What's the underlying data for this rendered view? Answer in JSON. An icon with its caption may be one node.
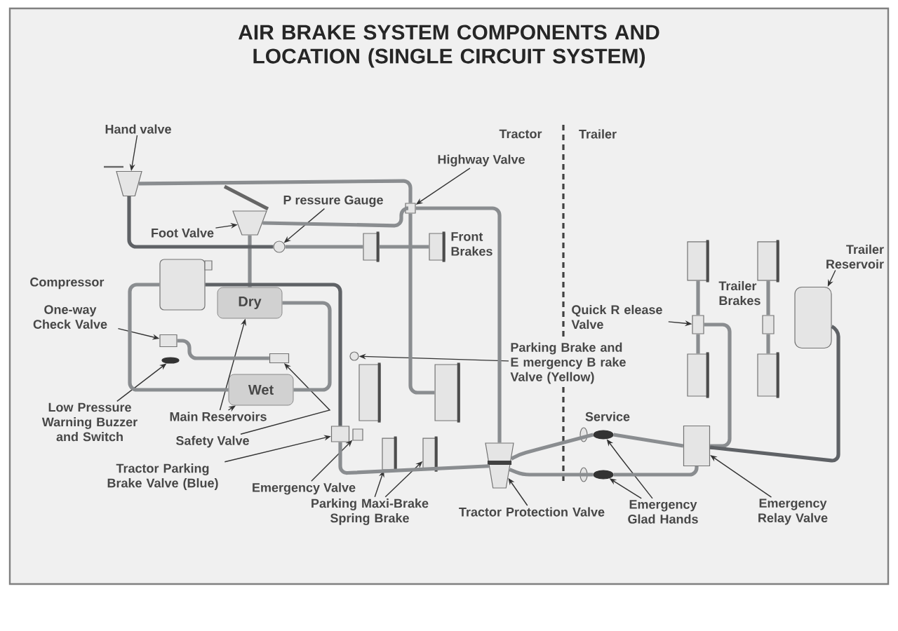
{
  "diagram": {
    "title": "AIR BRAKE SYSTEM COMPONENTS AND LOCATION (SINGLE CIRCUIT SYSTEM)",
    "nodes": [
      {
        "text": [
          "Hand valve"
        ]
      },
      {
        "text": [
          "Foot Valve"
        ]
      },
      {
        "text": [
          "P ressure Gauge"
        ]
      },
      {
        "text": [
          "Highway Valve"
        ]
      },
      {
        "text": [
          "One-way Check Valve"
        ]
      },
      {
        "text": [
          "Dry"
        ]
      },
      {
        "text": [
          "Wet"
        ]
      },
      {
        "text": [
          "Low Pressure Warning Buzzer and Switch"
        ]
      },
      {
        "text": [
          "Main Reservoirs"
        ]
      },
      {
        "text": [
          "Safety Valve"
        ]
      },
      {
        "text": [
          "Parking Brake and E mergency B rake Valve (Yellow)"
        ]
      },
      {
        "text": [
          "Quick R elease Valve"
        ]
      },
      {
        "text": [
          "Trailer Reservoir"
        ]
      },
      {
        "text": [
          "Tractor Parking Brake Valve (Blue)"
        ]
      },
      {
        "text": [
          "Emergency Valve"
        ]
      },
      {
        "text": [
          "Parking Maxi-Brake Spring Brake"
        ]
      },
      {
        "text": [
          "Tractor Protection Valve"
        ]
      },
      {
        "text": [
          "Emergency Glad Hands"
        ]
      },
      {
        "text": [
          "Emergency Relay Valve"
        ]
      },
      {
        "text": [],
        "shape": "box"
      },
      {
        "text": [],
        "shape": "trapezium"
      },
      {
        "text": [],
        "shape": "trapezium"
      },
      {
        "text": [],
        "shape": "circle"
      },
      {
        "text": [],
        "shape": "box"
      },
      {
        "text": [],
        "shape": "box"
      },
      {
        "text": [],
        "shape": "ellipse"
      },
      {
        "text": [],
        "shape": "box"
      },
      {
        "text": [],
        "shape": "circle"
      },
      {
        "text": [],
        "shape": "box"
      },
      {
        "text": [],
        "shape": "box"
      },
      {
        "text": [],
        "shape": "box"
      },
      {
        "text": [],
        "shape": "box"
      },
      {
        "text": [],
        "shape": "box"
      },
      {
        "text": [],
        "shape": "box"
      },
      {
        "text": [],
        "shape": "box"
      },
      {
        "text": [],
        "shape": "box"
      },
      {
        "text": [],
        "shape": "box"
      },
      {
        "text": [],
        "shape": "box"
      },
      {
        "text": [],
        "shape": "box"
      },
      {
        "text": [],
        "shape": "box"
      },
      {
        "text": [],
        "shape": "trapezium"
      },
      {
        "text": [],
        "shape": "ellipse"
      },
      {
        "text": [],
        "shape": "ellipse"
      },
      {
        "text": [],
        "shape": "box"
      },
      {
        "text": [],
        "shape": "box"
      },
      {
        "text": [],
        "shape": "box"
      },
      {
        "text": [],
        "shape": "box"
      }
    ],
    "edges": [
      {
        "from": 0,
        "to": 21,
        "arrow": "to"
      },
      {
        "from": 1,
        "to": 20,
        "arrow": "to"
      },
      {
        "from": 2,
        "to": 22,
        "arrow": "to"
      },
      {
        "from": 3,
        "to": 23,
        "arrow": "to"
      },
      {
        "from": 4,
        "to": 24,
        "arrow": "to"
      },
      {
        "from": 7,
        "to": 25,
        "arrow": "to"
      },
      {
        "from": 8,
        "to": 5,
        "arrow": "to"
      },
      {
        "from": 8,
        "to": 6,
        "arrow": "to"
      },
      {
        "from": 9,
        "to": 26,
        "arrow": "to"
      },
      {
        "from": 10,
        "to": 27,
        "arrow": "to"
      },
      {
        "from": 11,
        "to": 44,
        "arrow": "to"
      },
      {
        "from": 12,
        "to": 46,
        "arrow": "to"
      },
      {
        "from": 13,
        "to": 28,
        "arrow": "to"
      },
      {
        "from": 14,
        "to": 29,
        "arrow": "to"
      },
      {
        "from": 15,
        "to": 34,
        "arrow": "to"
      },
      {
        "from": 15,
        "to": 35,
        "arrow": "to"
      },
      {
        "from": 16,
        "to": 40,
        "arrow": "to"
      },
      {
        "from": 17,
        "to": 42,
        "arrow": "to"
      },
      {
        "from": 17,
        "to": 41,
        "arrow": "to"
      },
      {
        "from": 18,
        "to": 43,
        "arrow": "to"
      },
      {
        "from": 19,
        "to": 6,
        "arrow": "none",
        "color": "#8a8d90"
      },
      {
        "from": 5,
        "to": 6,
        "arrow": "none",
        "color": "#8a8d90"
      },
      {
        "from": 20,
        "to": 5,
        "arrow": "none",
        "color": "#8a8d90"
      },
      {
        "from": 21,
        "to": 23,
        "arrow": "none",
        "color": "#8a8d90"
      },
      {
        "from": 23,
        "to": 33,
        "arrow": "none",
        "color": "#8a8d90"
      },
      {
        "from": 21,
        "to": 22,
        "arrow": "none",
        "color": "#5f6266"
      },
      {
        "from": 22,
        "to": 30,
        "arrow": "none",
        "color": "#8a8d90"
      },
      {
        "from": 30,
        "to": 31,
        "arrow": "none",
        "color": "#8a8d90"
      },
      {
        "from": 20,
        "to": 23,
        "arrow": "none",
        "color": "#8a8d90"
      },
      {
        "from": 23,
        "to": 40,
        "arrow": "none",
        "color": "#8a8d90"
      },
      {
        "from": 19,
        "to": 28,
        "arrow": "none",
        "color": "#5f6266"
      },
      {
        "from": 24,
        "to": 26,
        "arrow": "none",
        "color": "#8a8d90"
      },
      {
        "from": 28,
        "to": 40,
        "arrow": "none",
        "color": "#8a8d90"
      },
      {
        "from": 40,
        "to": 42,
        "arrow": "none",
        "color": "#8a8d90"
      },
      {
        "from": 42,
        "to": 43,
        "arrow": "none",
        "color": "#8a8d90"
      },
      {
        "from": 40,
        "to": 41,
        "arrow": "none",
        "color": "#8a8d90"
      },
      {
        "from": 41,
        "to": 43,
        "arrow": "none",
        "color": "#8a8d90"
      },
      {
        "from": 43,
        "to": 44,
        "arrow": "none",
        "color": "#8a8d90"
      },
      {
        "from": 43,
        "to": 46,
        "arrow": "none",
        "color": "#5f6266"
      },
      {
        "from": 44,
        "to": 36,
        "arrow": "none",
        "color": "#8a8d90"
      },
      {
        "from": 44,
        "to": 38,
        "arrow": "none",
        "color": "#8a8d90"
      },
      {
        "from": 45,
        "to": 37,
        "arrow": "none",
        "color": "#8a8d90"
      },
      {
        "from": 45,
        "to": 39,
        "arrow": "none",
        "color": "#8a8d90"
      }
    ],
    "labels": [
      "Tractor",
      "Trailer",
      "Front Brakes",
      "Compressor",
      "Trailer Brakes",
      "Service"
    ]
  }
}
